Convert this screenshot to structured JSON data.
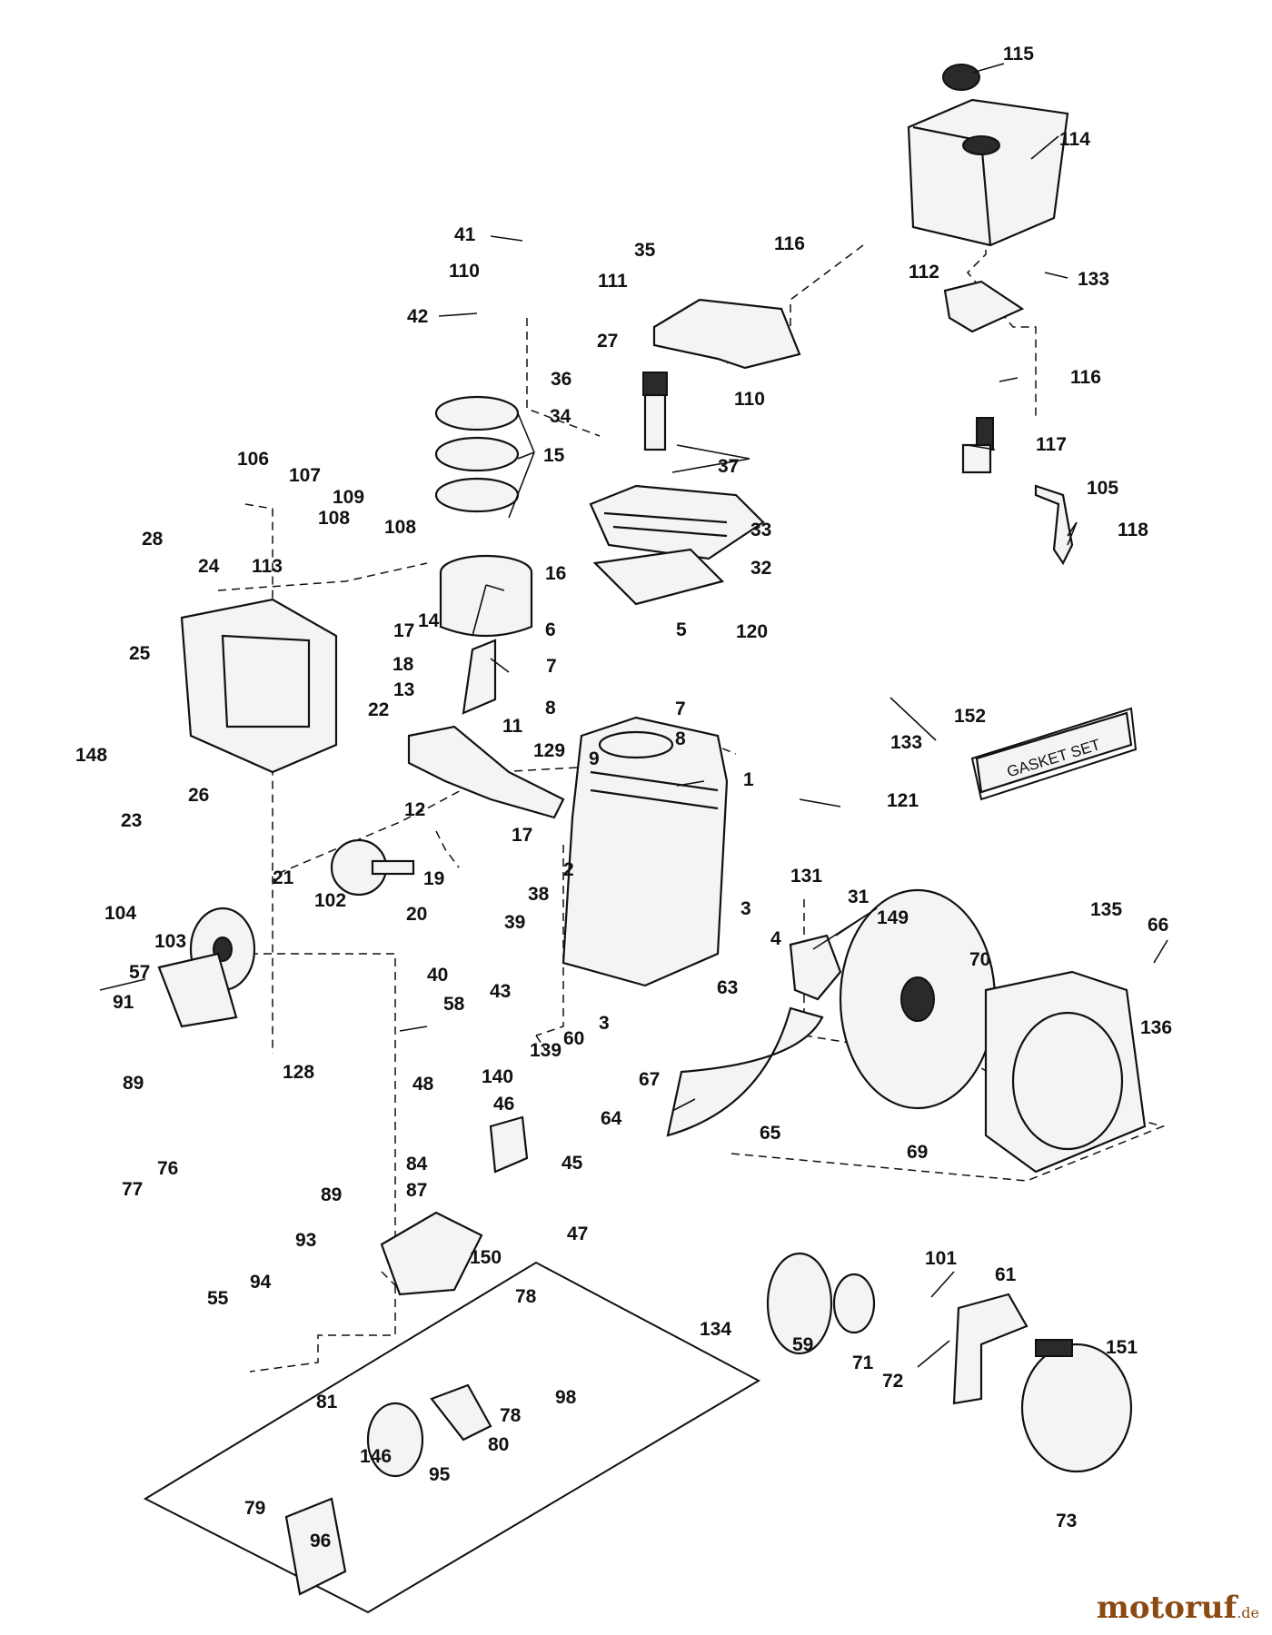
{
  "diagram": {
    "gasket_set_text": "GASKET SET",
    "labels": {
      "115": "115",
      "114": "114",
      "41": "41",
      "110a": "110",
      "35": "35",
      "116a": "116",
      "111": "111",
      "112": "112",
      "133a": "133",
      "42": "42",
      "27": "27",
      "36": "36",
      "116b": "116",
      "110b": "110",
      "34": "34",
      "15": "15",
      "37": "37",
      "117": "117",
      "106": "106",
      "107": "107",
      "109": "109",
      "105": "105",
      "108a": "108",
      "108b": "108",
      "33": "33",
      "118": "118",
      "28": "28",
      "24": "24",
      "113": "113",
      "32": "32",
      "16": "16",
      "14": "14",
      "6": "6",
      "5": "5",
      "120": "120",
      "25": "25",
      "17a": "17",
      "18": "18",
      "7a": "7",
      "7b": "7",
      "152": "152",
      "13": "13",
      "8a": "8",
      "8b": "8",
      "22": "22",
      "11": "11",
      "148": "148",
      "129": "129",
      "9": "9",
      "133b": "133",
      "23": "23",
      "1": "1",
      "121": "121",
      "12": "12",
      "26": "26",
      "17b": "17",
      "21": "21",
      "19": "19",
      "131": "131",
      "2": "2",
      "38": "38",
      "31": "31",
      "102": "102",
      "20": "20",
      "39": "39",
      "3a": "3",
      "4": "4",
      "149": "149",
      "104": "104",
      "135": "135",
      "66": "66",
      "103": "103",
      "70": "70",
      "40": "40",
      "43": "43",
      "3b": "3",
      "136": "136",
      "57": "57",
      "63": "63",
      "91": "91",
      "58": "58",
      "60": "60",
      "139": "139",
      "67": "67",
      "140": "140",
      "89a": "89",
      "128": "128",
      "48": "48",
      "46": "46",
      "64": "64",
      "65": "65",
      "45": "45",
      "69": "69",
      "77": "77",
      "76": "76",
      "84": "84",
      "87": "87",
      "89b": "89",
      "47": "47",
      "93": "93",
      "150": "150",
      "101": "101",
      "61": "61",
      "94": "94",
      "55": "55",
      "78a": "78",
      "134": "134",
      "59": "59",
      "71": "71",
      "72": "72",
      "151": "151",
      "98": "98",
      "81": "81",
      "78b": "78",
      "80": "80",
      "146": "146",
      "95": "95",
      "79": "79",
      "73": "73",
      "96": "96"
    }
  },
  "watermark": {
    "name": "motoruf",
    "tld": ".de"
  }
}
